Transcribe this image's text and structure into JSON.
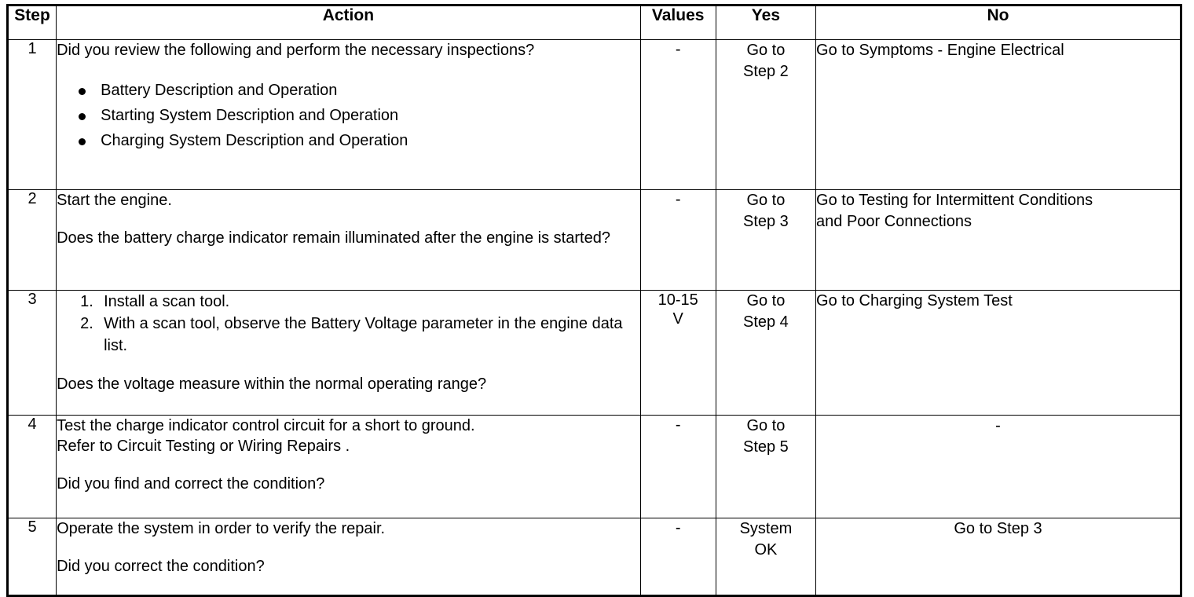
{
  "table": {
    "headers": {
      "step": "Step",
      "action": "Action",
      "values": "Values",
      "yes": "Yes",
      "no": "No"
    },
    "rows": [
      {
        "step": "1",
        "action": {
          "intro": "Did you review the following and perform the necessary inspections?",
          "bullets": [
            "Battery Description and Operation",
            "Starting System Description and Operation",
            "Charging System Description and Operation"
          ]
        },
        "values": "-",
        "yes_line1": "Go to",
        "yes_line2": "Step 2",
        "no": "Go to Symptoms - Engine Electrical"
      },
      {
        "step": "2",
        "action": {
          "line1": "Start the engine.",
          "line2": "Does the battery charge indicator remain illuminated after the engine is started?"
        },
        "values": "-",
        "yes_line1": "Go to",
        "yes_line2": "Step 3",
        "no_line1": "Go to Testing for Intermittent Conditions",
        "no_line2": "and Poor Connections"
      },
      {
        "step": "3",
        "action": {
          "numbered": [
            "Install a scan tool.",
            "With a scan tool, observe the Battery Voltage parameter in the engine data list."
          ],
          "question": "Does the voltage measure within the normal operating range?"
        },
        "values_line1": "10-15",
        "values_line2": "V",
        "yes_line1": "Go to",
        "yes_line2": "Step 4",
        "no": "Go to Charging System Test"
      },
      {
        "step": "4",
        "action": {
          "line1": "Test the charge indicator control circuit for a short to ground.",
          "line2": "Refer to Circuit Testing or Wiring Repairs .",
          "question": "Did you find and correct the condition?"
        },
        "values": "-",
        "yes_line1": "Go to",
        "yes_line2": "Step 5",
        "no": "-"
      },
      {
        "step": "5",
        "action": {
          "line1": "Operate the system in order to verify the repair.",
          "question": "Did you correct the condition?"
        },
        "values": "-",
        "yes_line1": "System",
        "yes_line2": "OK",
        "no": "Go to Step 3"
      }
    ]
  },
  "markers": {
    "num1": "1.",
    "num2": "2."
  },
  "colors": {
    "border": "#000000",
    "text": "#000000",
    "background": "#ffffff"
  }
}
